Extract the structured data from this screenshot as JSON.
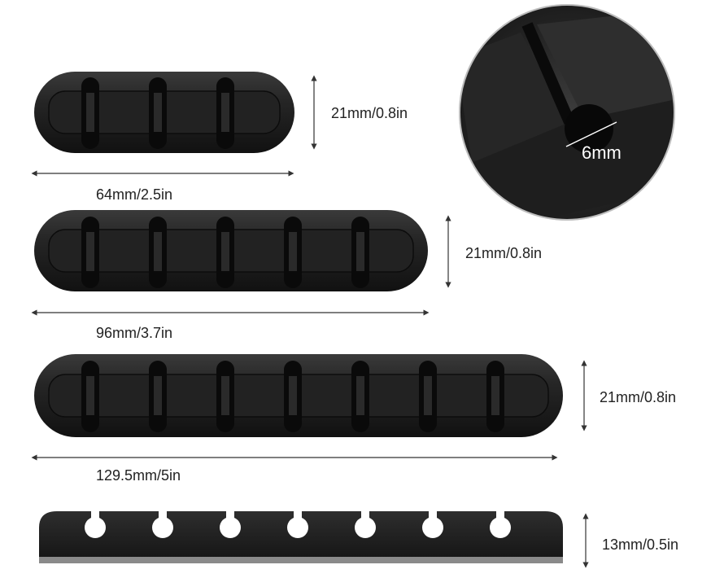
{
  "dimensions": {
    "organizer_3_slot": {
      "width": "64mm/2.5in",
      "height": "21mm/0.8in",
      "slots": 3
    },
    "organizer_5_slot": {
      "width": "96mm/3.7in",
      "height": "21mm/0.8in",
      "slots": 5
    },
    "organizer_7_slot": {
      "width": "129.5mm/5in",
      "height": "21mm/0.8in",
      "slots": 7
    },
    "side_view": {
      "height": "13mm/0.5in",
      "holes": 7
    },
    "slot_detail": {
      "gap": "6mm"
    }
  },
  "colors": {
    "product": "#1c1c1c",
    "product_highlight": "#3a3a3a",
    "lines": "#333333",
    "background": "#ffffff"
  }
}
